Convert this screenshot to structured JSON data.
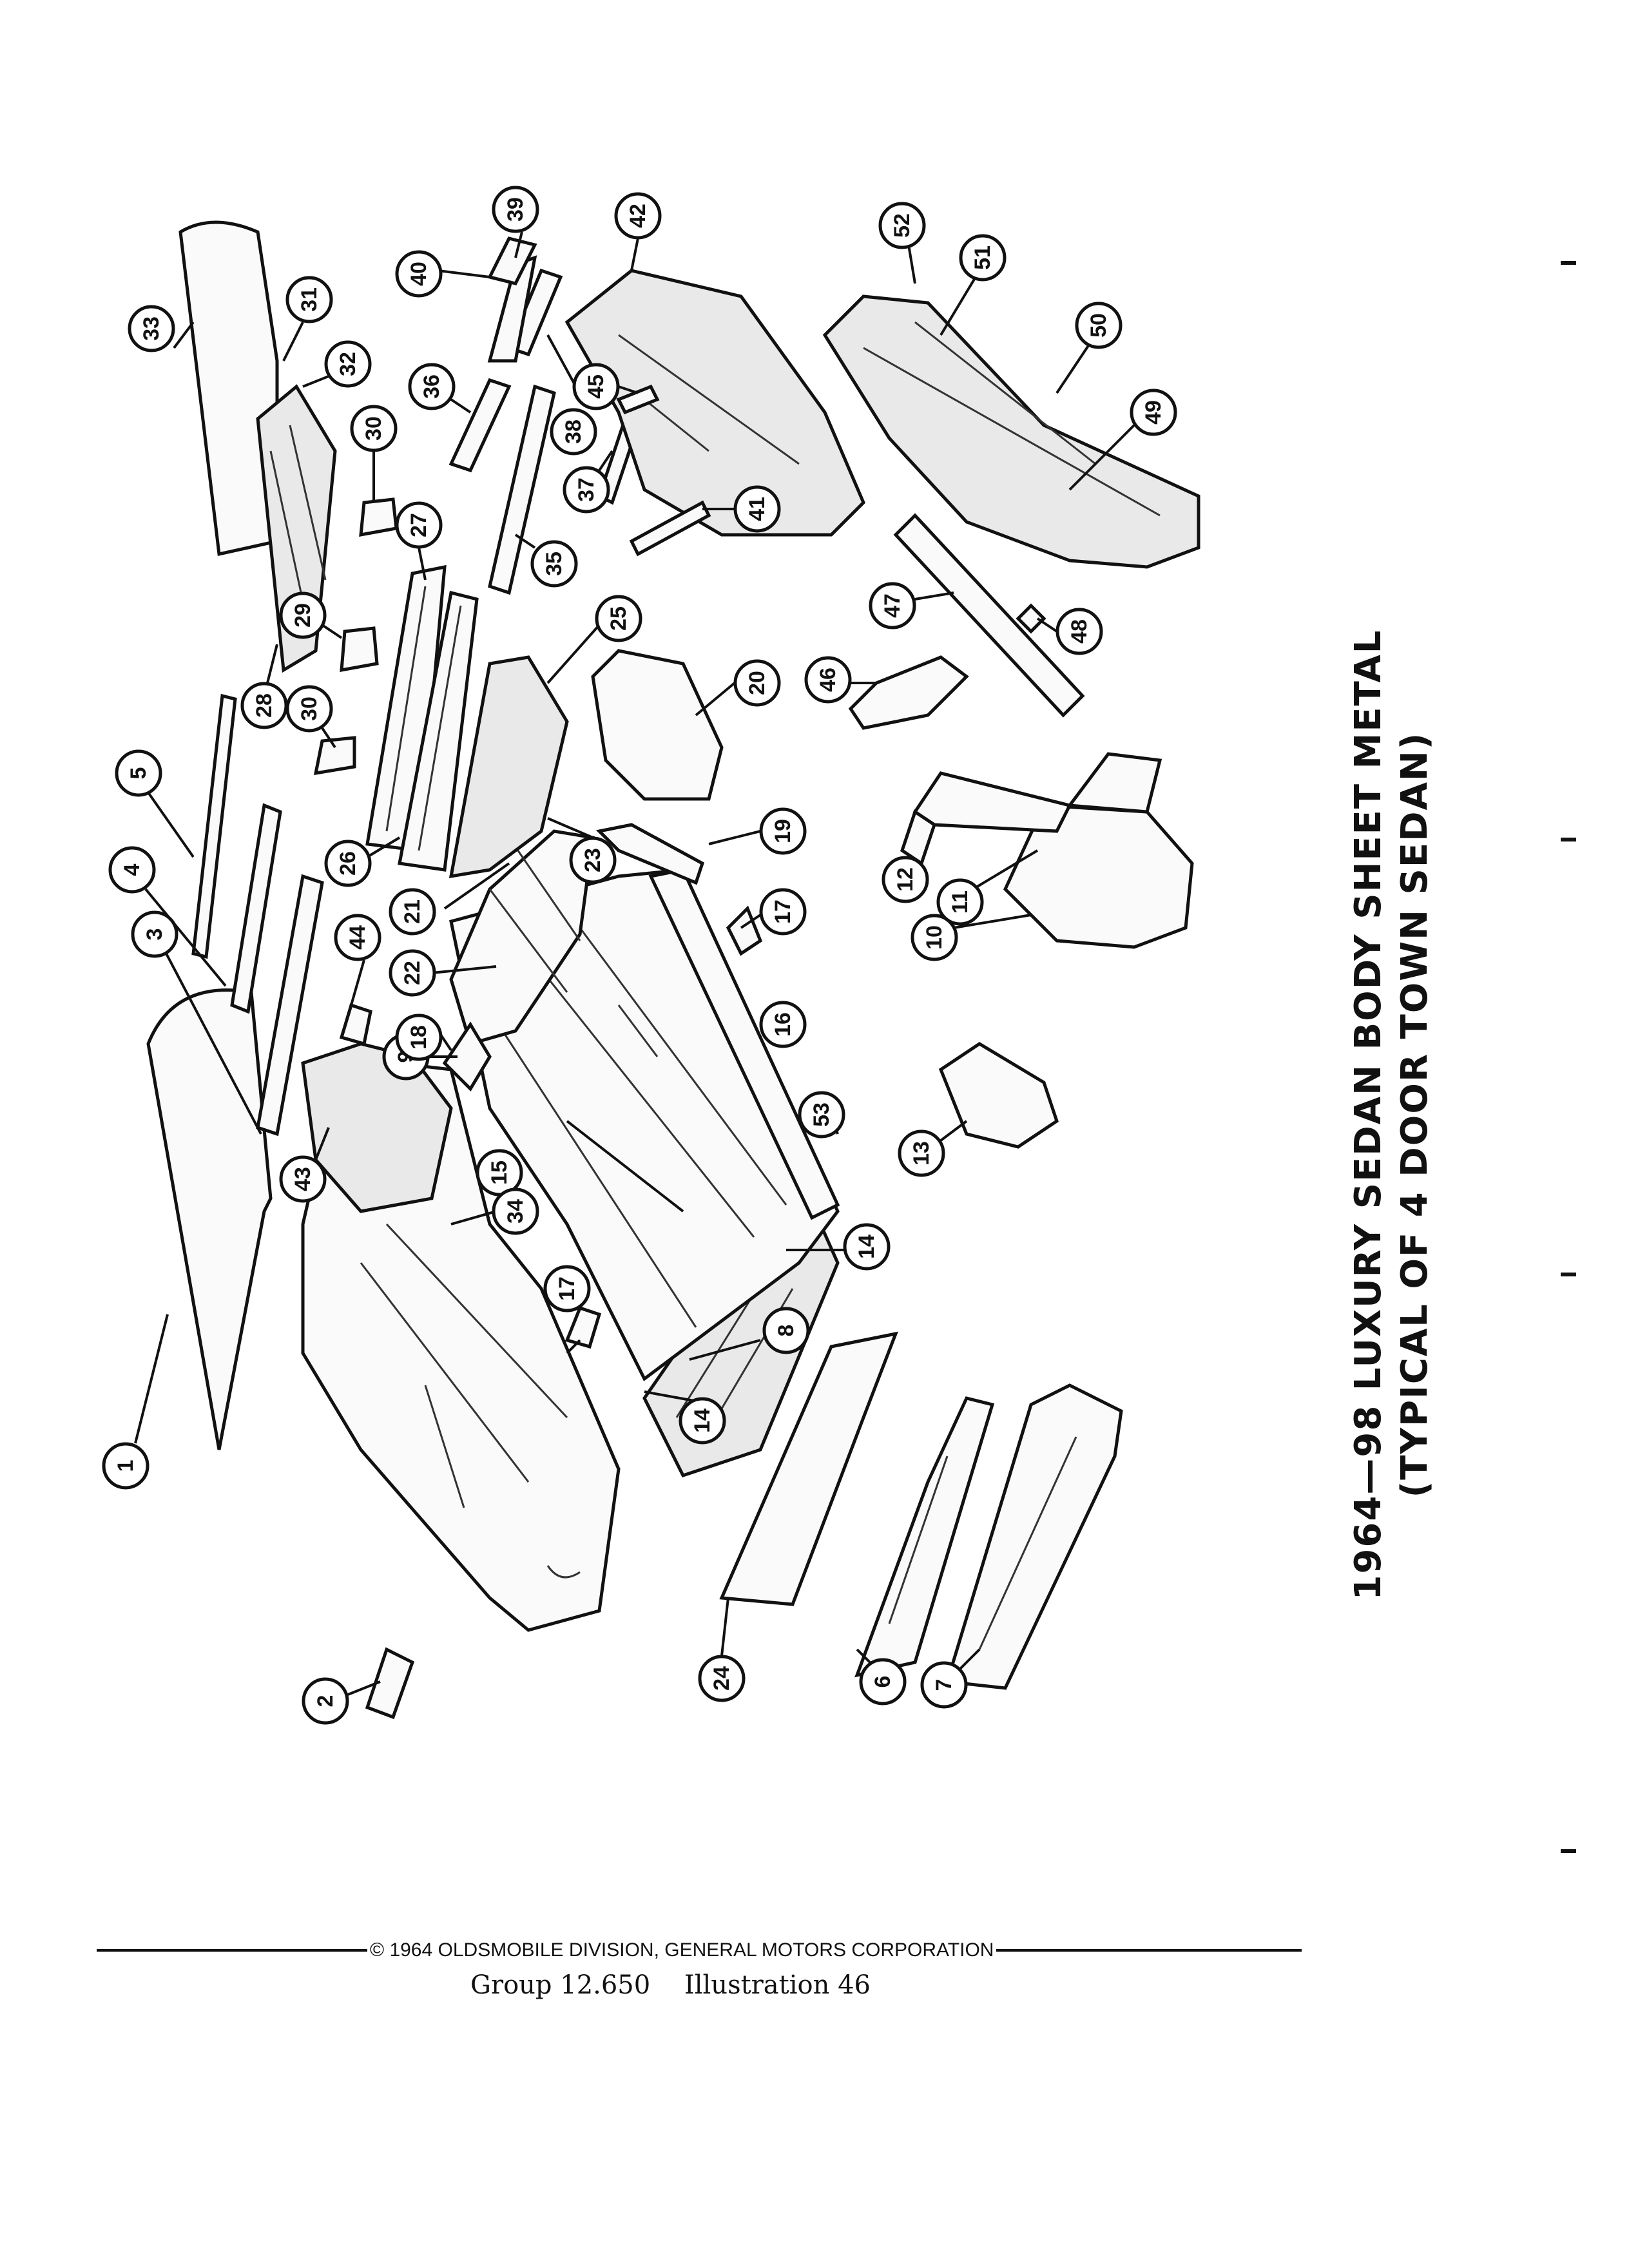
{
  "title": {
    "line1": "1964—98 LUXURY SEDAN BODY SHEET METAL",
    "line2": "(TYPICAL OF 4 DOOR TOWN SEDAN)"
  },
  "footer": {
    "copyright": "© 1964 OLDSMOBILE DIVISION, GENERAL MOTORS CORPORATION",
    "group": "Group 12.650",
    "illustration": "Illustration 46"
  },
  "callouts": {
    "c1": "1",
    "c2": "2",
    "c3": "3",
    "c4": "4",
    "c5": "5",
    "c6": "6",
    "c7": "7",
    "c8": "8",
    "c9": "9",
    "c10": "10",
    "c11": "11",
    "c12": "12",
    "c13": "13",
    "c14a": "14",
    "c14b": "14",
    "c15": "15",
    "c16": "16",
    "c17a": "17",
    "c17b": "17",
    "c18": "18",
    "c19": "19",
    "c20": "20",
    "c21": "21",
    "c22": "22",
    "c23": "23",
    "c24": "24",
    "c25": "25",
    "c26": "26",
    "c27": "27",
    "c28": "28",
    "c29": "29",
    "c30a": "30",
    "c30b": "30",
    "c31": "31",
    "c32": "32",
    "c33": "33",
    "c34": "34",
    "c35": "35",
    "c36": "36",
    "c37": "37",
    "c38": "38",
    "c39": "39",
    "c40": "40",
    "c41": "41",
    "c42": "42",
    "c43": "43",
    "c44": "44",
    "c45": "45",
    "c46": "46",
    "c47": "47",
    "c48": "48",
    "c49": "49",
    "c50": "50",
    "c51": "51",
    "c52": "52",
    "c53": "53"
  }
}
